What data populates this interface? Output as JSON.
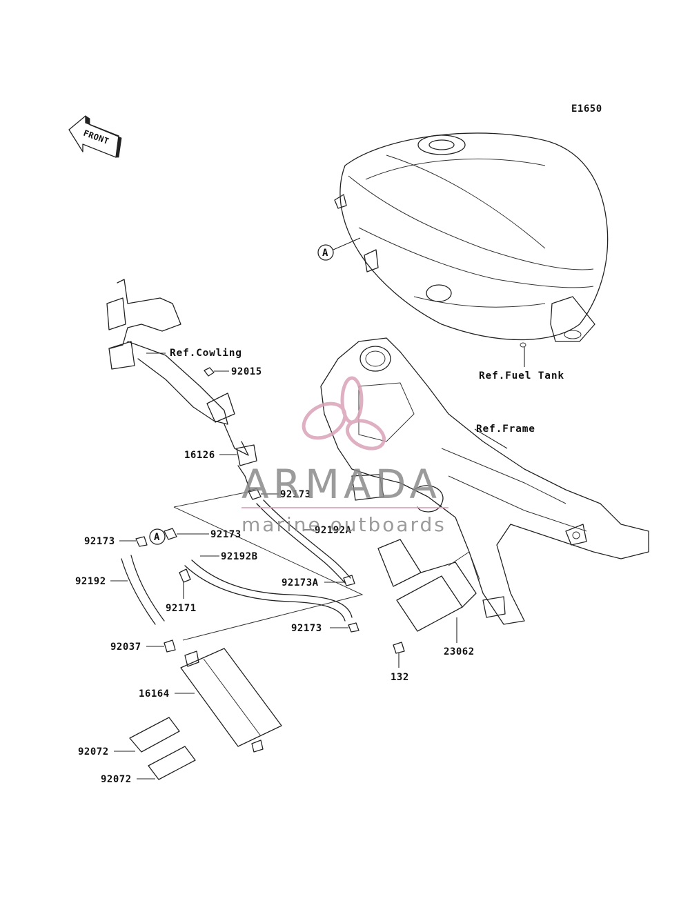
{
  "diagram_code": "E1650",
  "front_arrow": {
    "label": "FRONT",
    "icon": "front-arrow-icon"
  },
  "reference_labels": {
    "cowling": "Ref.Cowling",
    "fuel_tank": "Ref.Fuel Tank",
    "frame": "Ref.Frame"
  },
  "connection_markers": [
    "A",
    "A"
  ],
  "part_numbers": {
    "p92015": "92015",
    "p16126": "16126",
    "p92173_top": "92173",
    "p92173_mid": "92173",
    "p92192A": "92192A",
    "p92173_left": "92173",
    "p92192B": "92192B",
    "p92192": "92192",
    "p92173A": "92173A",
    "p92171": "92171",
    "p92173_low": "92173",
    "p92037": "92037",
    "p16164": "16164",
    "p23062": "23062",
    "p132": "132",
    "p92072_a": "92072",
    "p92072_b": "92072"
  },
  "watermark": {
    "brand": "ARMADA",
    "tagline": "marine outboards",
    "accent_color": "#d9a3b8",
    "text_color": "#8a8a8a"
  }
}
